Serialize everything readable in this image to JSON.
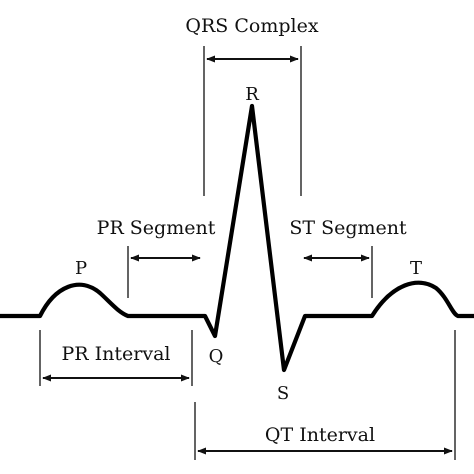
{
  "diagram": {
    "labels": {
      "qrs_complex": "QRS Complex",
      "pr_segment": "PR Segment",
      "st_segment": "ST Segment",
      "pr_interval": "PR Interval",
      "qt_interval": "QT Interval"
    },
    "waves": {
      "p": "P",
      "q": "Q",
      "r": "R",
      "s": "S",
      "t": "T"
    }
  },
  "colors": {
    "trace": "#000000",
    "text": "#111111",
    "background": "#ffffff"
  }
}
